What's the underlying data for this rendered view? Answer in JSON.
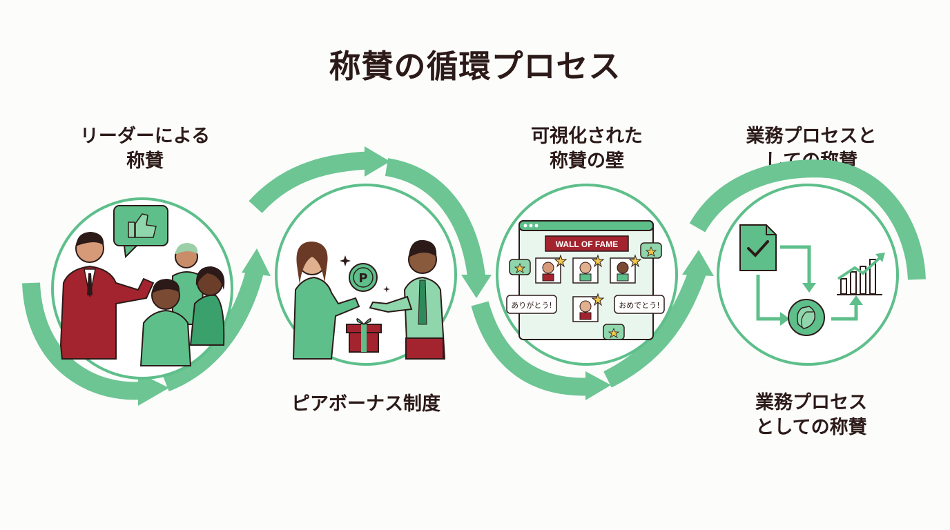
{
  "title": "称賛の循環プロセス",
  "steps": [
    {
      "label": "リーダーによる\n称賛",
      "icons": [
        "people-icon",
        "thumbs-up-icon"
      ]
    },
    {
      "label": "ピアボーナス制度",
      "icons": [
        "people-icon",
        "point-coin-icon",
        "gift-icon"
      ],
      "coin_text": "P"
    },
    {
      "label": "可視化された\n称賛の壁",
      "board_title": "WALL OF FAME",
      "bubbles": [
        "ありがとう!",
        "おめでとう!"
      ],
      "icons": [
        "board-icon",
        "star-icon"
      ]
    },
    {
      "label_top": "業務プロセスと\nしての称賛",
      "label_bottom": "業務プロセス\nとしての称賛",
      "icons": [
        "check-document-icon",
        "clap-icon",
        "growth-chart-icon"
      ]
    }
  ],
  "colors": {
    "arrow": "#6cc593",
    "ring": "#5ebf8b",
    "accent_red": "#a3242e",
    "green_dark": "#2e8a5a",
    "text": "#2b1a18"
  }
}
